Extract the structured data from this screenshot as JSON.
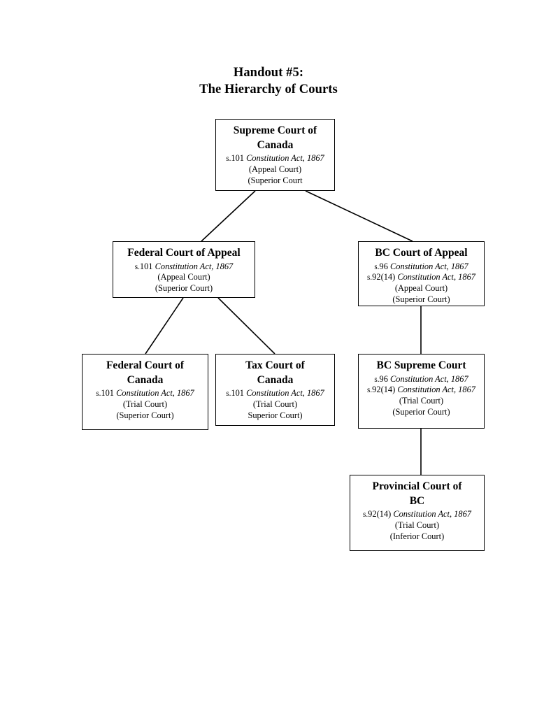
{
  "document": {
    "title_lines": [
      "Handout #5:",
      "The Hierarchy of Courts"
    ]
  },
  "chart_data": {
    "type": "diagram",
    "title": "Handout #5: The Hierarchy of Courts",
    "nodes": [
      {
        "id": "scc",
        "name": "Supreme Court of Canada",
        "name_lines": [
          "Supreme Court of",
          "Canada"
        ],
        "statutes": [
          {
            "section": "s.",
            "number": "101",
            "act": "Constitution Act, 1867"
          }
        ],
        "attributes": [
          "(Appeal Court)",
          "(Superior Court"
        ],
        "level": 1
      },
      {
        "id": "fca",
        "name": "Federal Court of Appeal",
        "name_lines": [
          "Federal Court of Appeal"
        ],
        "statutes": [
          {
            "section": "s.",
            "number": "101",
            "act": "Constitution Act, 1867"
          }
        ],
        "attributes": [
          "(Appeal Court)",
          "(Superior Court)"
        ],
        "level": 2
      },
      {
        "id": "bcca",
        "name": "BC Court of Appeal",
        "name_lines": [
          "BC Court of Appeal"
        ],
        "statutes": [
          {
            "section": "s.",
            "number": "96",
            "act": "Constitution Act, 1867"
          },
          {
            "section": "s.",
            "number": "92(14)",
            "act": "Constitution Act, 1867"
          }
        ],
        "attributes": [
          "(Appeal Court)",
          "(Superior Court)"
        ],
        "level": 2
      },
      {
        "id": "fcc",
        "name": "Federal Court of Canada",
        "name_lines": [
          "Federal Court of",
          "Canada"
        ],
        "statutes": [
          {
            "section": "s.",
            "number": "101",
            "act": "Constitution Act, 1867"
          }
        ],
        "attributes": [
          "(Trial Court)",
          "(Superior Court)"
        ],
        "level": 3
      },
      {
        "id": "tcc",
        "name": "Tax Court of Canada",
        "name_lines": [
          "Tax Court of",
          "Canada"
        ],
        "statutes": [
          {
            "section": "s.",
            "number": "101",
            "act": "Constitution Act, 1867"
          }
        ],
        "attributes": [
          "(Trial Court)",
          "Superior Court)"
        ],
        "level": 3
      },
      {
        "id": "bcsc",
        "name": "BC Supreme Court",
        "name_lines": [
          "BC Supreme Court"
        ],
        "statutes": [
          {
            "section": "s.",
            "number": "96",
            "act": "Constitution Act, 1867"
          },
          {
            "section": "s.",
            "number": "92(14)",
            "act": "Constitution Act, 1867"
          }
        ],
        "attributes": [
          "(Trial Court)",
          "(Superior Court)"
        ],
        "level": 3
      },
      {
        "id": "pcbc",
        "name": "Provincial Court of BC",
        "name_lines": [
          "Provincial Court of",
          "BC"
        ],
        "statutes": [
          {
            "section": "s.",
            "number": "92(14)",
            "act": "Constitution Act, 1867"
          }
        ],
        "attributes": [
          "(Trial Court)",
          "(Inferior Court)"
        ],
        "level": 4
      }
    ],
    "edges": [
      {
        "from": "scc",
        "to": "fca"
      },
      {
        "from": "scc",
        "to": "bcca"
      },
      {
        "from": "fca",
        "to": "fcc"
      },
      {
        "from": "fca",
        "to": "tcc"
      },
      {
        "from": "bcca",
        "to": "bcsc"
      },
      {
        "from": "bcsc",
        "to": "pcbc"
      }
    ],
    "line_color": "#000000",
    "box_border_color": "#000000",
    "background": "#ffffff"
  }
}
